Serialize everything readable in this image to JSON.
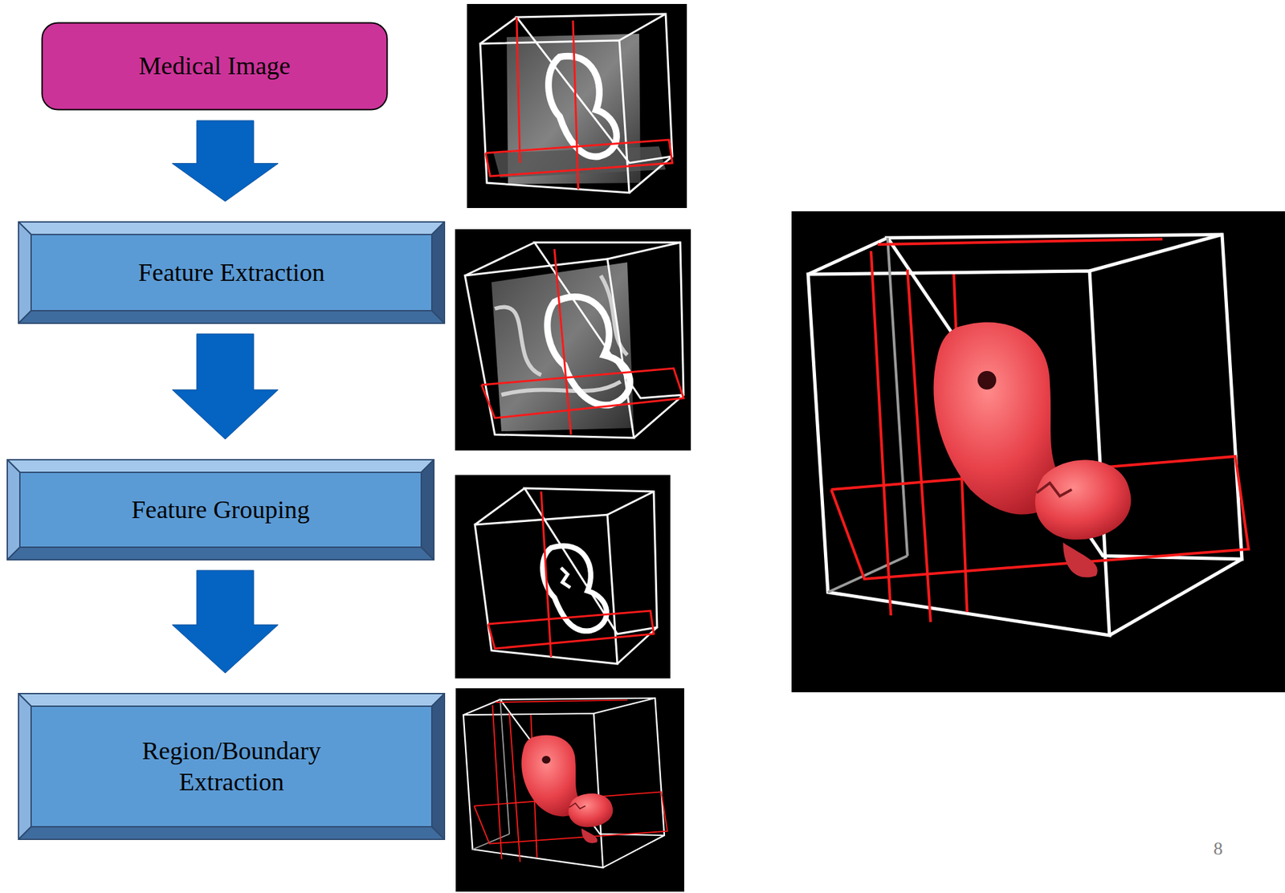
{
  "diagram": {
    "nodes": [
      {
        "text": [
          "Medical Image"
        ]
      },
      {
        "text": [
          "Feature Extraction"
        ]
      },
      {
        "text": [
          "Feature Grouping"
        ]
      },
      {
        "text": [
          "Region/Boundary Extraction"
        ]
      }
    ],
    "edges": [
      {
        "from": 0,
        "to": 1,
        "arrow": "to"
      },
      {
        "from": 1,
        "to": 2,
        "arrow": "to"
      },
      {
        "from": 2,
        "to": 3,
        "arrow": "to"
      }
    ],
    "labels": [
      "8"
    ]
  }
}
